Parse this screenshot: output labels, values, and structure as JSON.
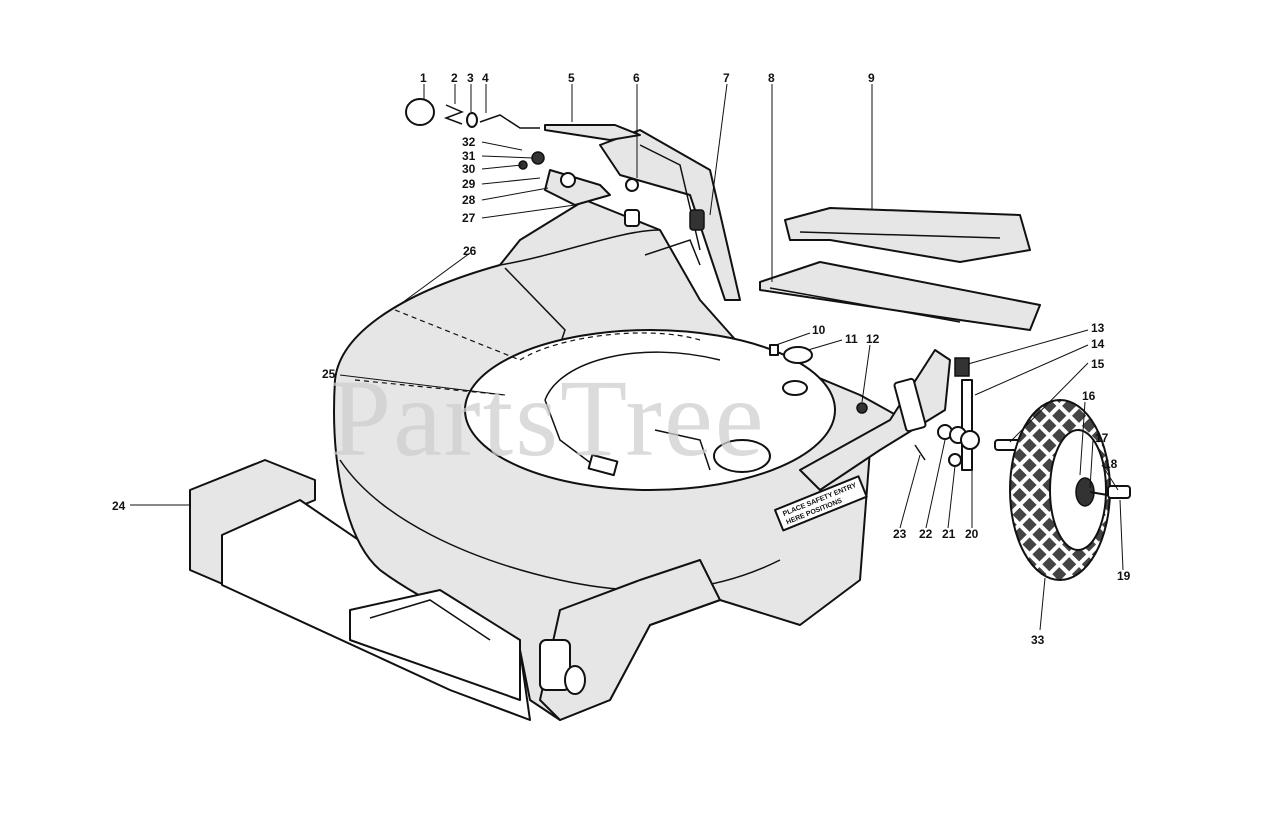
{
  "watermark": "PartsTree",
  "decal_text": [
    "PLACE SAFETY ENTRY",
    "HERE POSITIONS"
  ],
  "labels": [
    {
      "id": "1",
      "text": "1"
    },
    {
      "id": "2",
      "text": "2"
    },
    {
      "id": "3",
      "text": "3"
    },
    {
      "id": "4",
      "text": "4"
    },
    {
      "id": "5",
      "text": "5"
    },
    {
      "id": "6",
      "text": "6"
    },
    {
      "id": "7",
      "text": "7"
    },
    {
      "id": "8",
      "text": "8"
    },
    {
      "id": "9",
      "text": "9"
    },
    {
      "id": "10",
      "text": "10"
    },
    {
      "id": "11",
      "text": "11"
    },
    {
      "id": "12",
      "text": "12"
    },
    {
      "id": "13",
      "text": "13"
    },
    {
      "id": "14",
      "text": "14"
    },
    {
      "id": "15",
      "text": "15"
    },
    {
      "id": "16",
      "text": "16"
    },
    {
      "id": "17",
      "text": "17"
    },
    {
      "id": "18",
      "text": "18"
    },
    {
      "id": "19",
      "text": "19"
    },
    {
      "id": "20",
      "text": "20"
    },
    {
      "id": "21",
      "text": "21"
    },
    {
      "id": "22",
      "text": "22"
    },
    {
      "id": "23",
      "text": "23"
    },
    {
      "id": "24",
      "text": "24"
    },
    {
      "id": "25",
      "text": "25"
    },
    {
      "id": "26",
      "text": "26"
    },
    {
      "id": "27",
      "text": "27"
    },
    {
      "id": "28",
      "text": "28"
    },
    {
      "id": "29",
      "text": "29"
    },
    {
      "id": "30",
      "text": "30"
    },
    {
      "id": "31",
      "text": "31"
    },
    {
      "id": "32",
      "text": "32"
    },
    {
      "id": "33",
      "text": "33"
    }
  ]
}
